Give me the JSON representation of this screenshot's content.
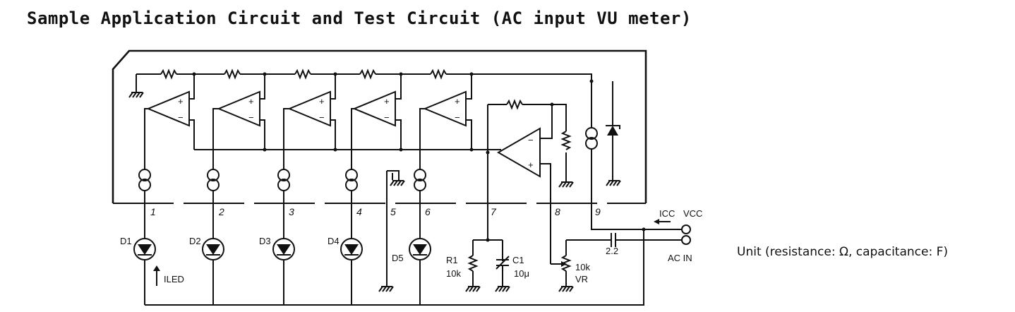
{
  "title": "Sample Application Circuit and Test Circuit (AC input VU meter)",
  "unit_note": "Unit (resistance: Ω, capacitance: F)",
  "pins": [
    "1",
    "2",
    "3",
    "4",
    "5",
    "6",
    "7",
    "8",
    "9"
  ],
  "diodes": [
    "D1",
    "D2",
    "D3",
    "D4",
    "D5"
  ],
  "labels": {
    "iled_i": "I",
    "iled_sub": "LED",
    "icc": "ICC",
    "vcc": "VCC",
    "ac_in": "AC IN",
    "r1": "R1",
    "r1_value": "10k",
    "c1": "C1",
    "c1_value": "10μ",
    "vr_value": "10k",
    "vr": "VR",
    "cap_value": "2.2"
  }
}
